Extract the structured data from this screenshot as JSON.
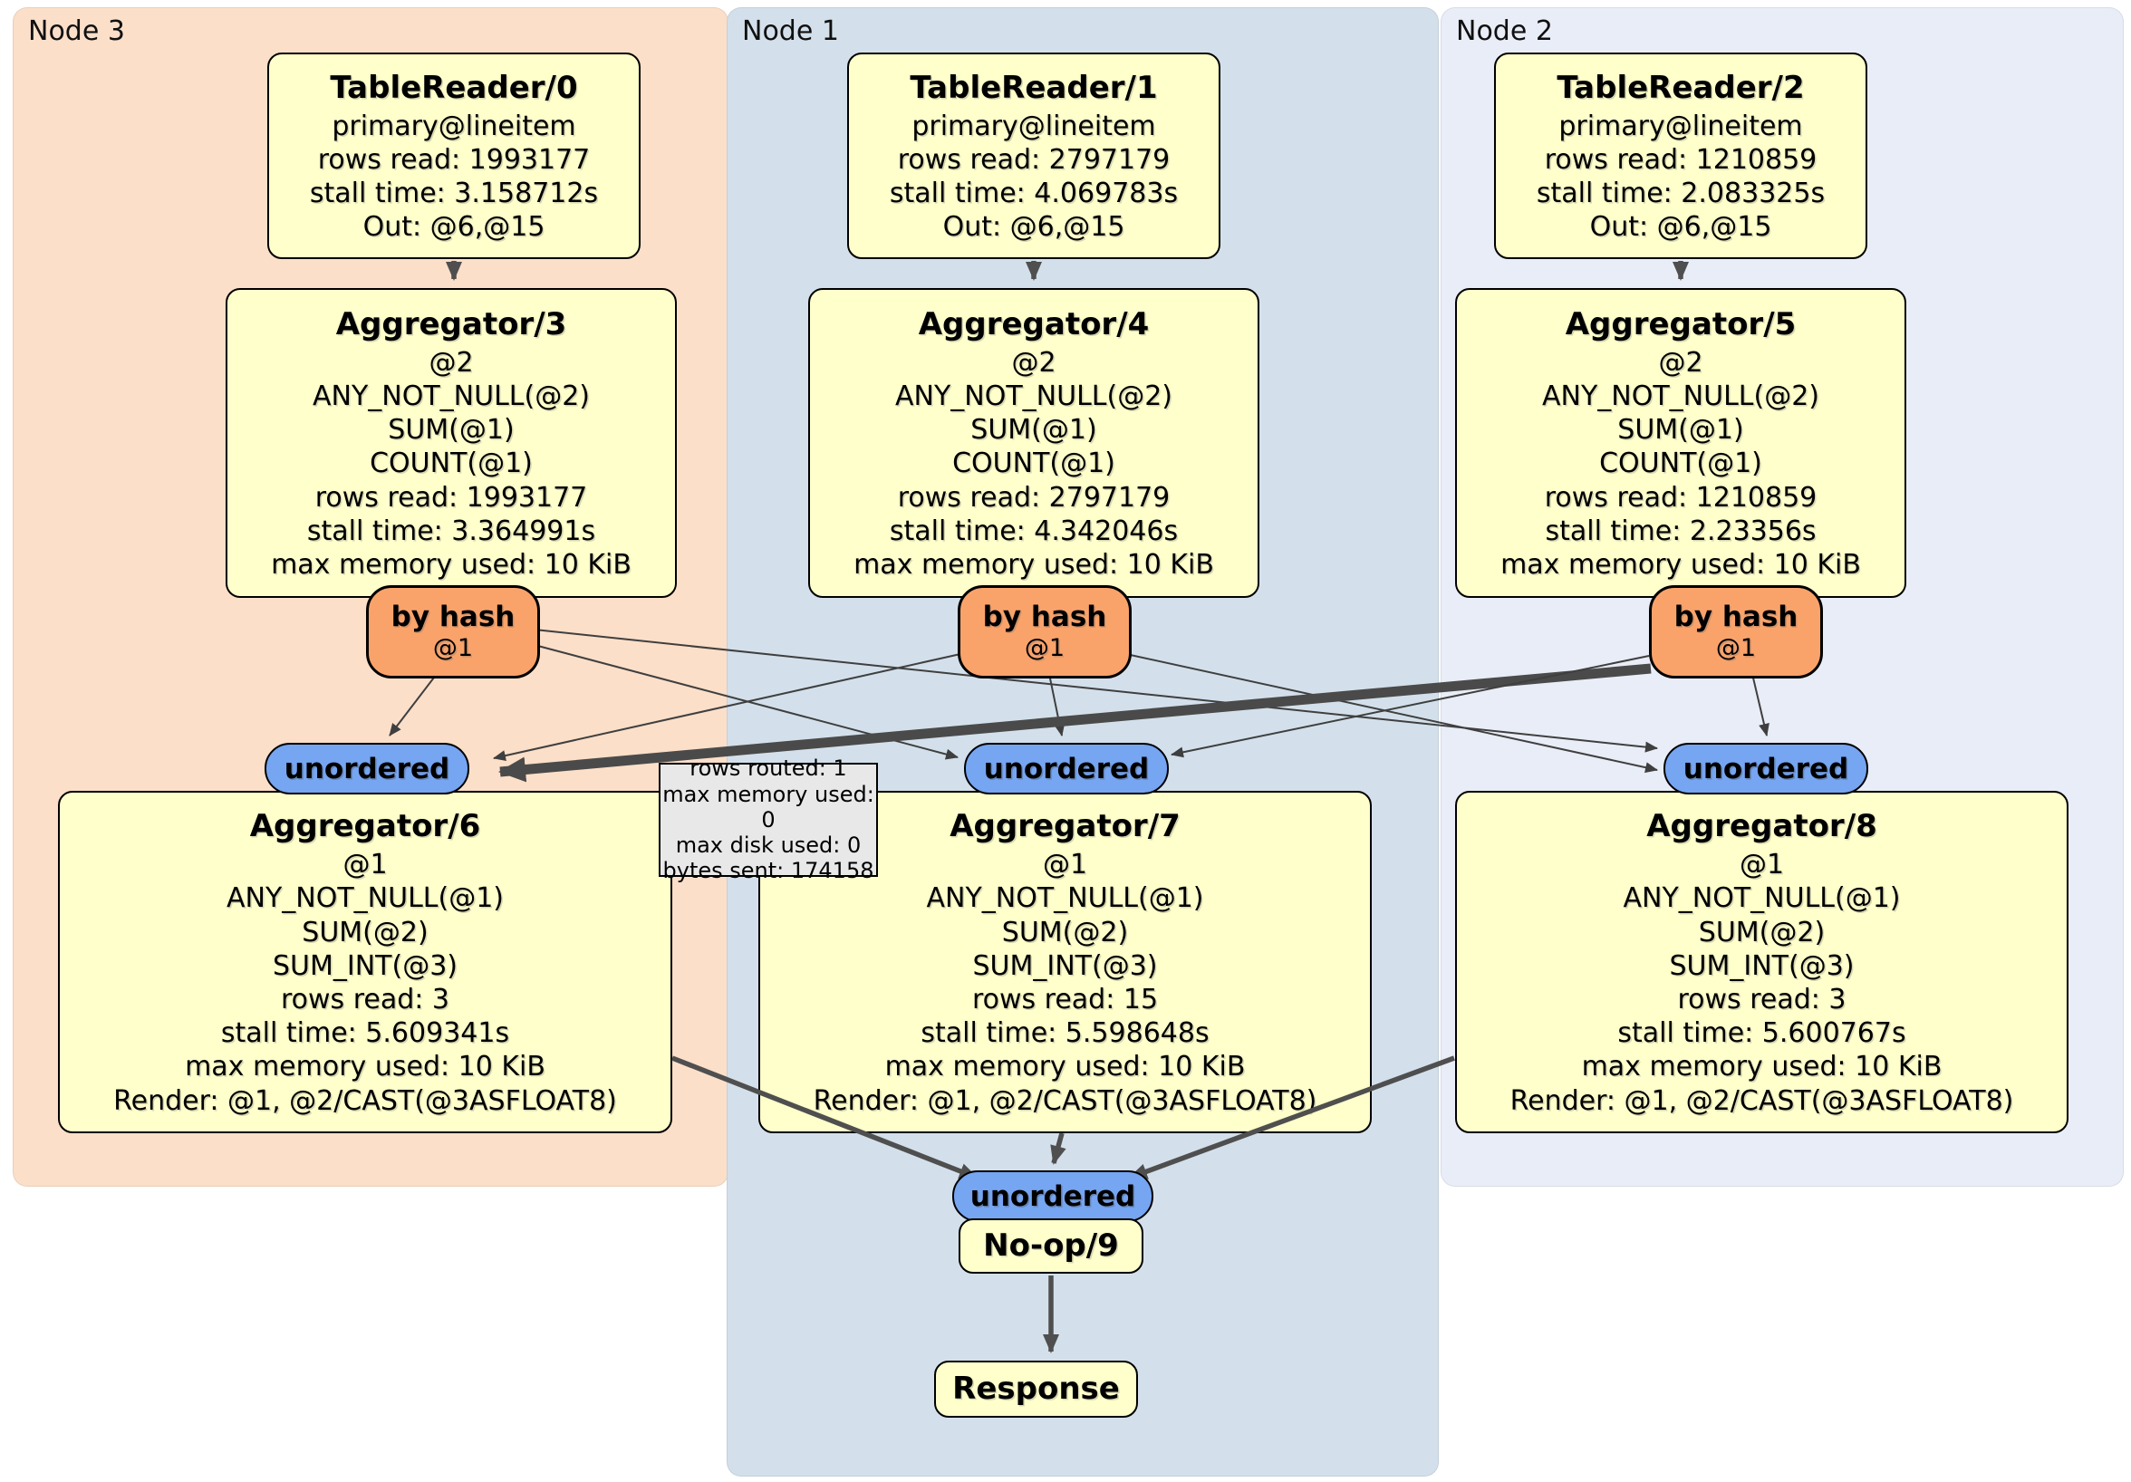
{
  "panels": {
    "node3": {
      "label": "Node 3"
    },
    "node1": {
      "label": "Node 1"
    },
    "node2": {
      "label": "Node 2"
    }
  },
  "processors": {
    "tr0": {
      "title": "TableReader/0",
      "lines": [
        "primary@lineitem",
        "rows read: 1993177",
        "stall time: 3.158712s",
        "Out: @6,@15"
      ]
    },
    "tr1": {
      "title": "TableReader/1",
      "lines": [
        "primary@lineitem",
        "rows read: 2797179",
        "stall time: 4.069783s",
        "Out: @6,@15"
      ]
    },
    "tr2": {
      "title": "TableReader/2",
      "lines": [
        "primary@lineitem",
        "rows read: 1210859",
        "stall time: 2.083325s",
        "Out: @6,@15"
      ]
    },
    "agg3": {
      "title": "Aggregator/3",
      "lines": [
        "@2",
        "ANY_NOT_NULL(@2)",
        "SUM(@1)",
        "COUNT(@1)",
        "rows read: 1993177",
        "stall time: 3.364991s",
        "max memory used: 10 KiB"
      ]
    },
    "agg4": {
      "title": "Aggregator/4",
      "lines": [
        "@2",
        "ANY_NOT_NULL(@2)",
        "SUM(@1)",
        "COUNT(@1)",
        "rows read: 2797179",
        "stall time: 4.342046s",
        "max memory used: 10 KiB"
      ]
    },
    "agg5": {
      "title": "Aggregator/5",
      "lines": [
        "@2",
        "ANY_NOT_NULL(@2)",
        "SUM(@1)",
        "COUNT(@1)",
        "rows read: 1210859",
        "stall time: 2.23356s",
        "max memory used: 10 KiB"
      ]
    },
    "agg6": {
      "title": "Aggregator/6",
      "lines": [
        "@1",
        "ANY_NOT_NULL(@1)",
        "SUM(@2)",
        "SUM_INT(@3)",
        "rows read: 3",
        "stall time: 5.609341s",
        "max memory used: 10 KiB",
        "Render: @1, @2/CAST(@3ASFLOAT8)"
      ]
    },
    "agg7": {
      "title": "Aggregator/7",
      "lines": [
        "@1",
        "ANY_NOT_NULL(@1)",
        "SUM(@2)",
        "SUM_INT(@3)",
        "rows read: 15",
        "stall time: 5.598648s",
        "max memory used: 10 KiB",
        "Render: @1, @2/CAST(@3ASFLOAT8)"
      ]
    },
    "agg8": {
      "title": "Aggregator/8",
      "lines": [
        "@1",
        "ANY_NOT_NULL(@1)",
        "SUM(@2)",
        "SUM_INT(@3)",
        "rows read: 3",
        "stall time: 5.600767s",
        "max memory used: 10 KiB",
        "Render: @1, @2/CAST(@3ASFLOAT8)"
      ]
    },
    "noop": {
      "title": "No-op/9"
    },
    "response": {
      "title": "Response"
    }
  },
  "routers": {
    "byhash3": {
      "label": "by hash",
      "sub": "@1"
    },
    "byhash1": {
      "label": "by hash",
      "sub": "@1"
    },
    "byhash2": {
      "label": "by hash",
      "sub": "@1"
    }
  },
  "syncs": {
    "uno3": {
      "label": "unordered"
    },
    "uno1": {
      "label": "unordered"
    },
    "uno2": {
      "label": "unordered"
    },
    "unoFinal": {
      "label": "unordered"
    }
  },
  "tooltip": {
    "lines": [
      "rows routed: 1",
      "max memory used: 0",
      "max disk used: 0",
      "bytes sent: 174158"
    ]
  },
  "colors": {
    "processor_fill": "#ffffcc",
    "router_fill": "#f9a36b",
    "sync_fill": "#76a5f1",
    "node3_bg": "#fbdfc9",
    "node1_bg": "#d3e0eb",
    "node2_bg": "#e9edf7",
    "edge": "#4a4a4a",
    "tooltip_bg": "#e8e8e8"
  }
}
